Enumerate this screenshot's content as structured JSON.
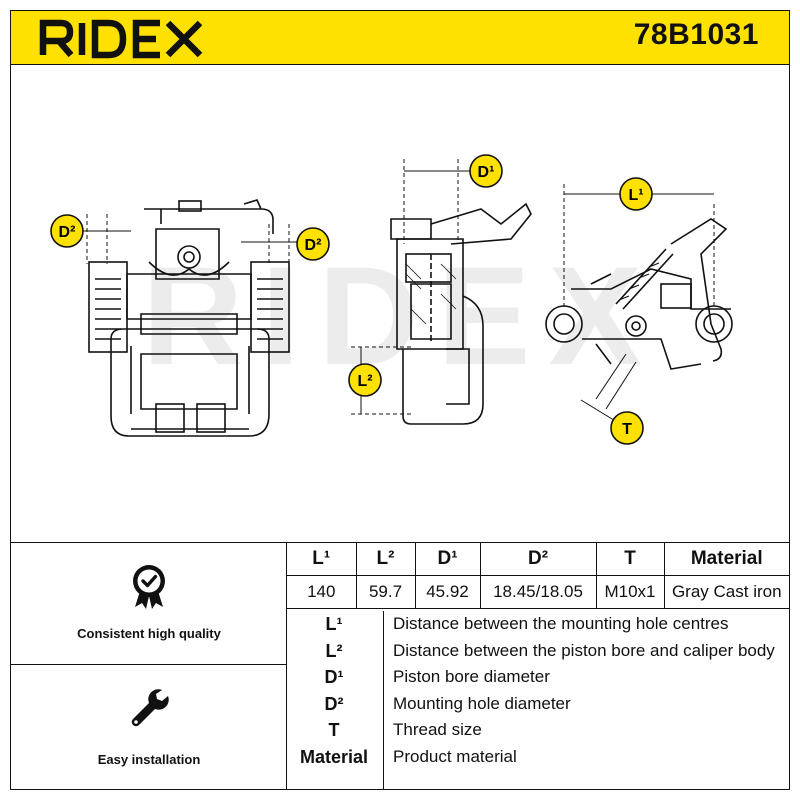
{
  "header": {
    "brand": "RIDEX",
    "part_number": "78B1031"
  },
  "drawing": {
    "watermark": "RIDEX",
    "badges": {
      "d2_left": "D²",
      "d2_right": "D²",
      "d1": "D¹",
      "l1": "L¹",
      "l2": "L²",
      "t": "T"
    }
  },
  "features": [
    {
      "icon": "badge-check-icon",
      "label": "Consistent high quality"
    },
    {
      "icon": "wrench-icon",
      "label": "Easy installation"
    }
  ],
  "specs": {
    "headers": [
      "L¹",
      "L²",
      "D¹",
      "D²",
      "T",
      "Material"
    ],
    "values": [
      "140",
      "59.7",
      "45.92",
      "18.45/18.05",
      "M10x1",
      "Gray Cast iron"
    ]
  },
  "legend": [
    {
      "symbol": "L¹",
      "description": "Distance between the mounting hole centres"
    },
    {
      "symbol": "L²",
      "description": "Distance between the piston bore and caliper body"
    },
    {
      "symbol": "D¹",
      "description": "Piston bore diameter"
    },
    {
      "symbol": "D²",
      "description": "Mounting hole diameter"
    },
    {
      "symbol": "T",
      "description": "Thread size"
    },
    {
      "symbol": "Material",
      "description": "Product material"
    }
  ],
  "colors": {
    "brand_yellow": "#ffe100",
    "ink": "#111111",
    "watermark": "#e9e9e9"
  }
}
